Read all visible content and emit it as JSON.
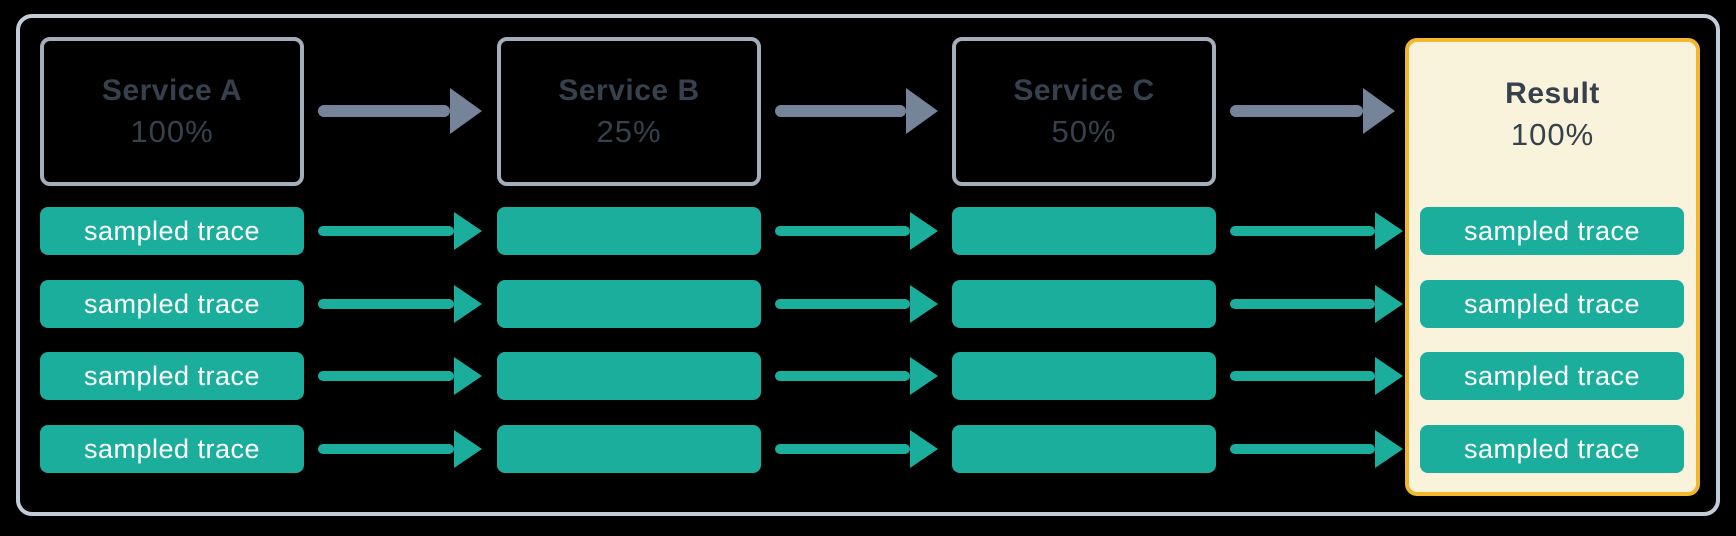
{
  "colors": {
    "background": "#000000",
    "frame_border": "#C2CDD9",
    "box_border": "#A3AEBA",
    "text_dark": "#36414D",
    "teal": "#1CAE9D",
    "arrow_gray": "#76849A",
    "panel_bg": "#FAF3DB",
    "panel_border": "#F3B72B",
    "trace_text": "#FFFFFF"
  },
  "services": [
    {
      "title": "Service A",
      "rate": "100%"
    },
    {
      "title": "Service B",
      "rate": "25%"
    },
    {
      "title": "Service C",
      "rate": "50%"
    }
  ],
  "result": {
    "title": "Result",
    "rate": "100%"
  },
  "trace_label": "sampled trace",
  "rows_per_column": 4
}
